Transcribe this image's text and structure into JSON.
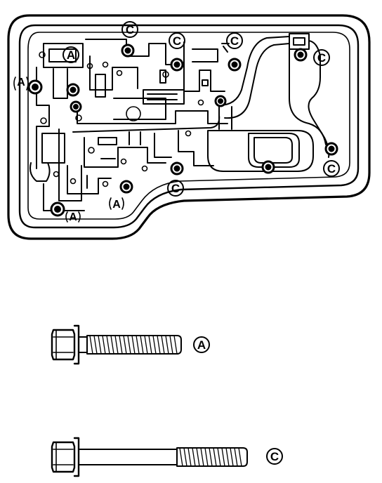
{
  "labels": {
    "a": "A",
    "c": "C"
  },
  "colors": {
    "ink": "#000000",
    "paper": "#ffffff"
  },
  "legend": [
    {
      "key": "a",
      "text": "A"
    },
    {
      "key": "c",
      "text": "C"
    }
  ]
}
